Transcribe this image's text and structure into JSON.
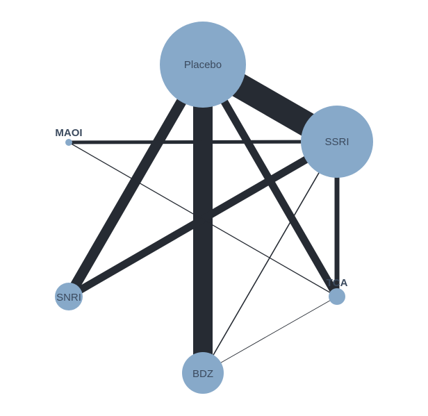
{
  "diagram": {
    "type": "network-meta-analysis-graph",
    "colors": {
      "node": "#87a9c9",
      "edge": "#262b33",
      "label": "#3b4a5e"
    },
    "nodes": [
      {
        "id": "placebo",
        "label": "Placebo",
        "size_rank": 1
      },
      {
        "id": "ssri",
        "label": "SSRI",
        "size_rank": 2
      },
      {
        "id": "maoi",
        "label": "MAOI",
        "size_rank": 6
      },
      {
        "id": "tca",
        "label": "TCA",
        "size_rank": 5
      },
      {
        "id": "snri",
        "label": "SNRI",
        "size_rank": 4
      },
      {
        "id": "bdz",
        "label": "BDZ",
        "size_rank": 3
      }
    ],
    "edges": [
      {
        "from": "placebo",
        "to": "ssri",
        "weight": "very thick"
      },
      {
        "from": "placebo",
        "to": "bdz",
        "weight": "very thick"
      },
      {
        "from": "placebo",
        "to": "snri",
        "weight": "thick"
      },
      {
        "from": "placebo",
        "to": "tca",
        "weight": "thick"
      },
      {
        "from": "ssri",
        "to": "snri",
        "weight": "thick"
      },
      {
        "from": "ssri",
        "to": "tca",
        "weight": "medium"
      },
      {
        "from": "ssri",
        "to": "maoi",
        "weight": "medium"
      },
      {
        "from": "ssri",
        "to": "bdz",
        "weight": "thin"
      },
      {
        "from": "maoi",
        "to": "tca",
        "weight": "thin"
      },
      {
        "from": "tca",
        "to": "bdz",
        "weight": "very thin"
      }
    ]
  }
}
